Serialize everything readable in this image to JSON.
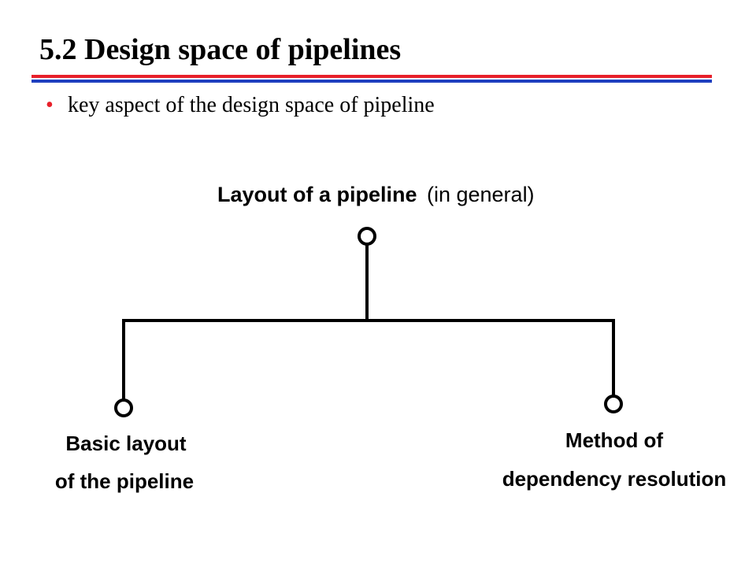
{
  "slide": {
    "title": "5.2 Design space of pipelines",
    "bullets": [
      {
        "marker": "•",
        "text": "key aspect of the design space of pipeline"
      }
    ]
  },
  "colors": {
    "rule_top": "#e8202a",
    "rule_bottom": "#1f3fbf",
    "bullet": "#e8202a",
    "diagram_ink": "#000000"
  },
  "diagram": {
    "root": {
      "label_main": "Layout of a pipeline",
      "label_qualifier": "(in general)"
    },
    "children": [
      {
        "line1": "Basic layout",
        "line2": "of the pipeline"
      },
      {
        "line1": "Method of",
        "line2": "dependency resolution"
      }
    ]
  }
}
